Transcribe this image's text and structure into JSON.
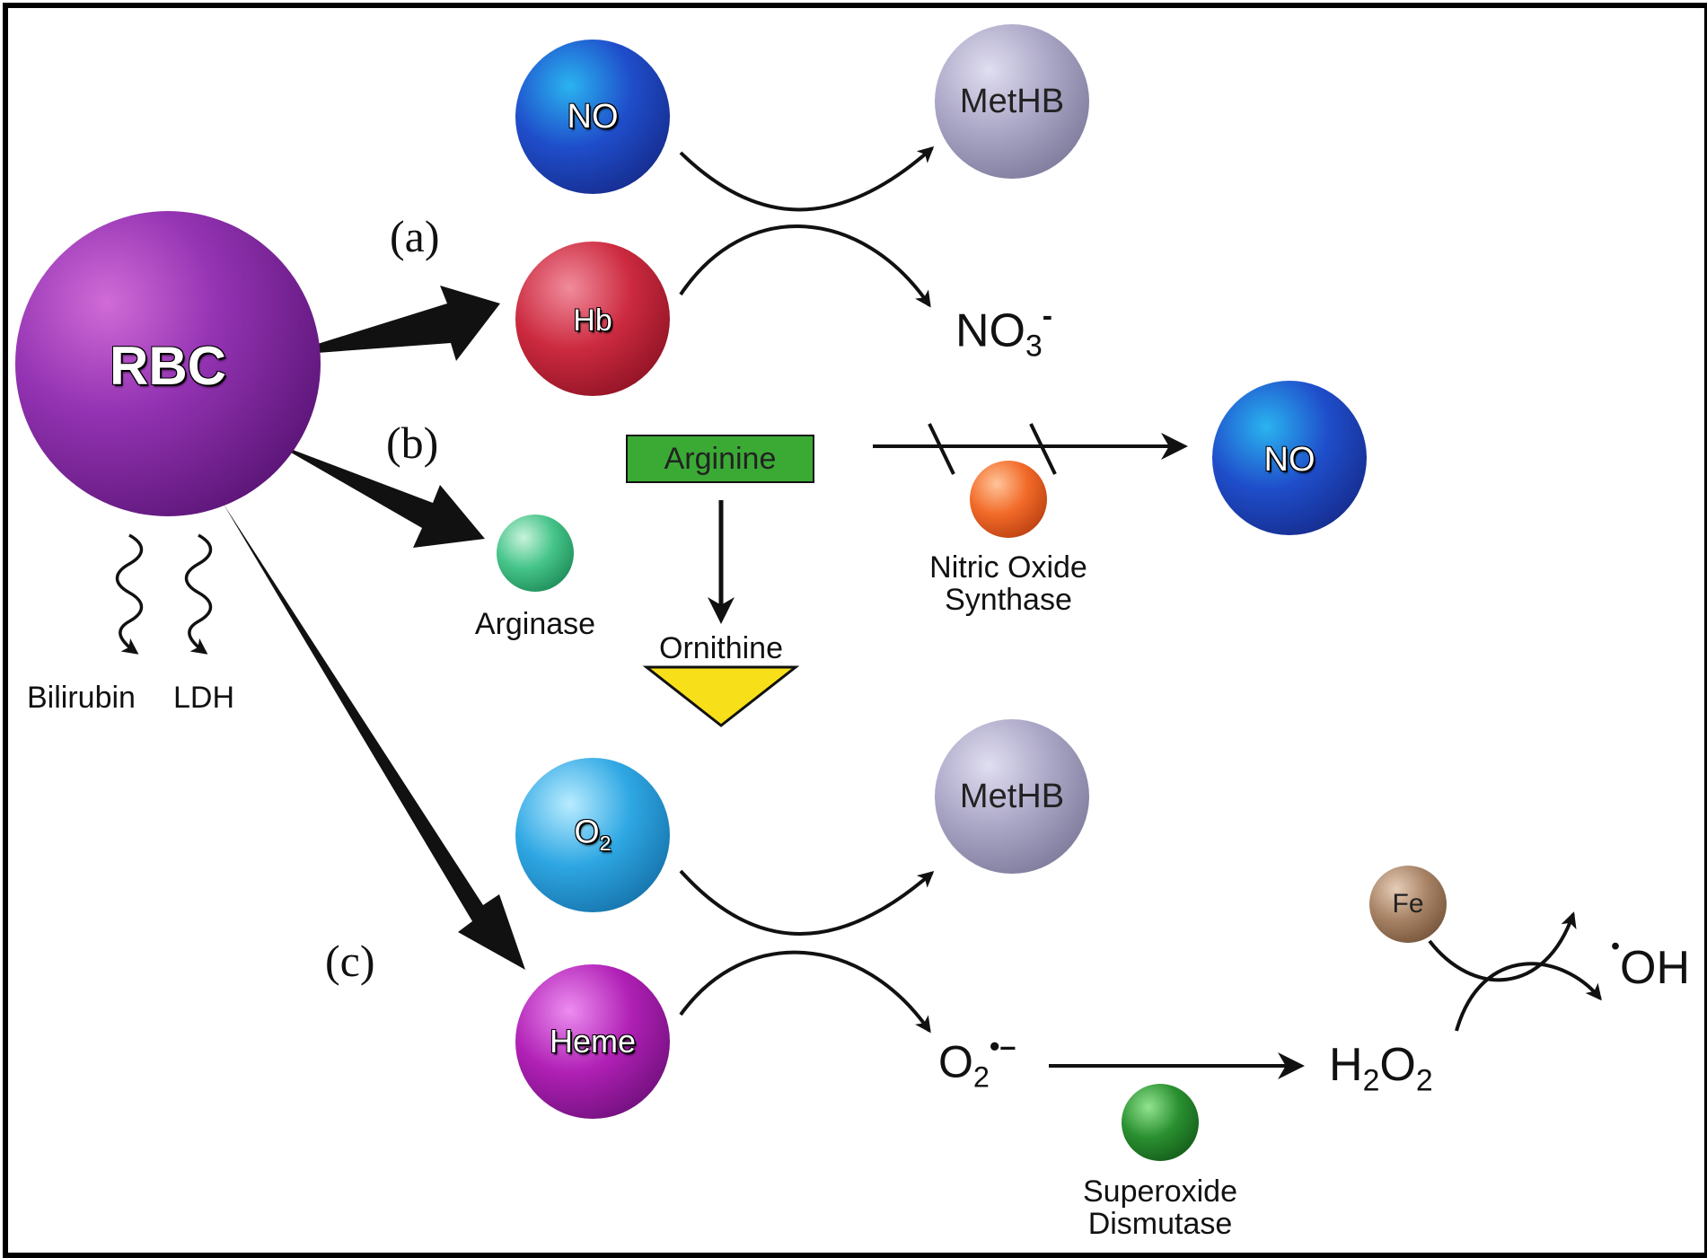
{
  "nodes": {
    "rbc": "RBC",
    "no_top": "NO",
    "methb_top": "MetHB",
    "hb": "Hb",
    "no_right": "NO",
    "arginase": "Arginase",
    "nos_line1": "Nitric Oxide",
    "nos_line2": "Synthase",
    "arginine": "Arginine",
    "ornithine": "Ornithine",
    "o2": "O",
    "o2_sub": "2",
    "methb_bottom": "MetHB",
    "heme": "Heme",
    "fe": "Fe",
    "sod_line1": "Superoxide",
    "sod_line2": "Dismutase"
  },
  "products": {
    "no3_base": "NO",
    "no3_sub": "3",
    "no3_sup": "-",
    "superoxide_base": "O",
    "superoxide_sub": "2",
    "superoxide_sup": "•–",
    "h2o2_h": "H",
    "h2o2_sub1": "2",
    "h2o2_o": "O",
    "h2o2_sub2": "2",
    "hydroxyl_dot": "•",
    "hydroxyl": "OH"
  },
  "markers": {
    "bilirubin": "Bilirubin",
    "ldh": "LDH"
  },
  "pathway_labels": {
    "a": "(a)",
    "b": "(b)",
    "c": "(c)"
  },
  "colors": {
    "rbc": "#8b2aa8",
    "no": "#1f47c8",
    "methb": "#a7a3c2",
    "hb": "#cc2a3f",
    "arginase": "#45c489",
    "nos": "#f26a28",
    "arginine_box": "#3aaa35",
    "ornithine_triangle": "#f7e01a",
    "o2": "#2ea7e3",
    "heme": "#b020b5",
    "fe": "#a88366",
    "sod": "#2a9030"
  }
}
